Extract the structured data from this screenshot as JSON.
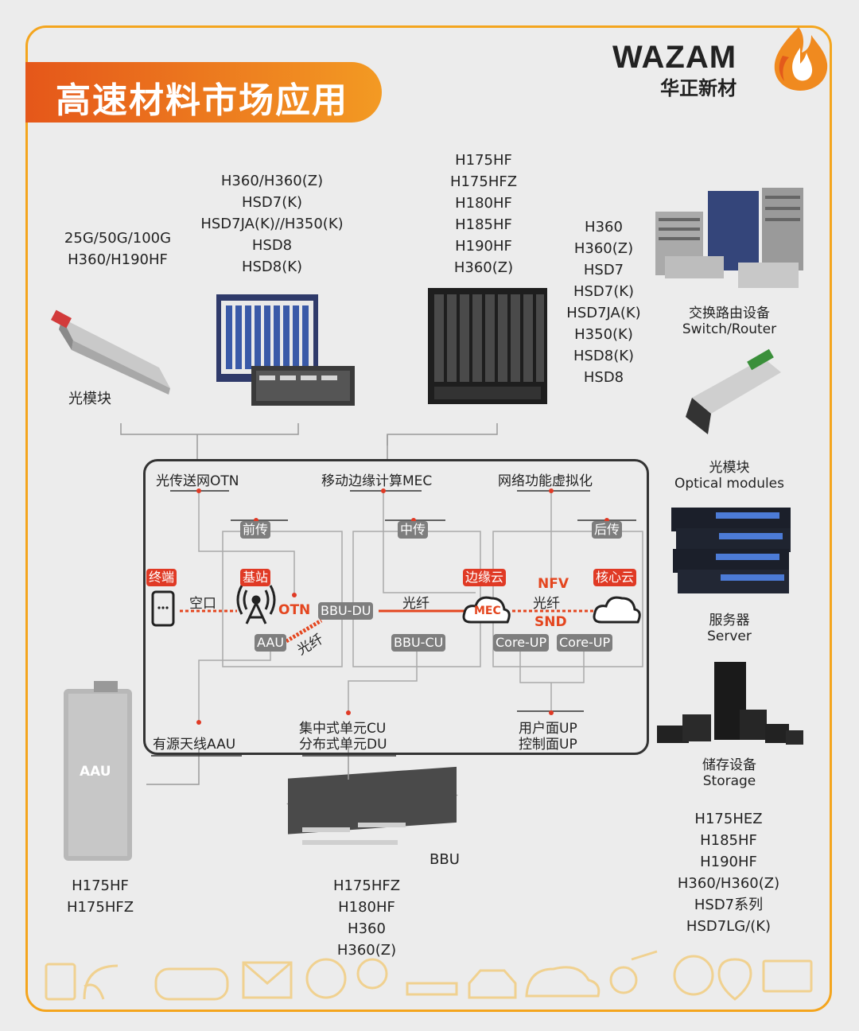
{
  "header": {
    "title": "高速材料市场应用",
    "brand_en": "WAZAM",
    "brand_cn": "华正新材"
  },
  "colors": {
    "accent": "#f39a23",
    "title_banner": "#e5571a",
    "red_tag": "#e03a25",
    "gray_tag": "#7e7e7e"
  },
  "products": {
    "optical_module_top": {
      "materials": [
        "25G/50G/100G",
        "H360/H190HF"
      ],
      "caption": "光模块"
    },
    "otn_equipment": {
      "materials": [
        "H360/H360(Z)",
        "HSD7(K)",
        "HSD7JA(K)//H350(K)",
        "HSD8",
        "HSD8(K)"
      ]
    },
    "server_rack": {
      "materials": [
        "H175HF",
        "H175HFZ",
        "H180HF",
        "H185HF",
        "H190HF",
        "H360(Z)"
      ]
    },
    "right_column": {
      "materials": [
        "H360",
        "H360(Z)",
        "HSD7",
        "HSD7(K)",
        "HSD7JA(K)",
        "H350(K)",
        "HSD8(K)",
        "HSD8"
      ]
    },
    "switch_router": {
      "caption_cn": "交换路由设备",
      "caption_en": "Switch/Router"
    },
    "optical_module_right": {
      "caption_cn": "光模块",
      "caption_en": "Optical modules"
    },
    "server": {
      "caption_cn": "服务器",
      "caption_en": "Server"
    },
    "storage": {
      "caption_cn": "储存设备",
      "caption_en": "Storage",
      "materials": [
        "H175HEZ",
        "H185HF",
        "H190HF",
        "H360/H360(Z)",
        "HSD7系列",
        "HSD7LG/(K)"
      ]
    },
    "aau": {
      "label": "AAU",
      "materials": [
        "H175HF",
        "H175HFZ"
      ]
    },
    "bbu": {
      "caption": "BBU",
      "materials": [
        "H175HFZ",
        "H180HF",
        "H360",
        "H360(Z)"
      ]
    }
  },
  "diagram": {
    "otn_title": "光传送网OTN",
    "mec_title": "移动边缘计算MEC",
    "nfv_title": "网络功能虚拟化",
    "fronthaul": "前传",
    "midhaul": "中传",
    "backhaul": "后传",
    "terminal": "终端",
    "base_station": "基站",
    "edge_cloud": "边缘云",
    "core_cloud": "核心云",
    "air_interface": "空口",
    "otn": "OTN",
    "bbu_du": "BBU-DU",
    "fiber_1": "光纤",
    "fiber_2": "光纤",
    "fiber_3": "光纤",
    "mec": "MEC",
    "nfv": "NFV",
    "snd": "SND",
    "aau": "AAU",
    "bbu_cu": "BBU-CU",
    "core_up_1": "Core-UP",
    "core_up_2": "Core-UP",
    "active_antenna": "有源天线AAU",
    "cu_line": "集中式单元CU",
    "du_line": "分布式单元DU",
    "up_line": "用户面UP",
    "cp_line": "控制面UP"
  }
}
